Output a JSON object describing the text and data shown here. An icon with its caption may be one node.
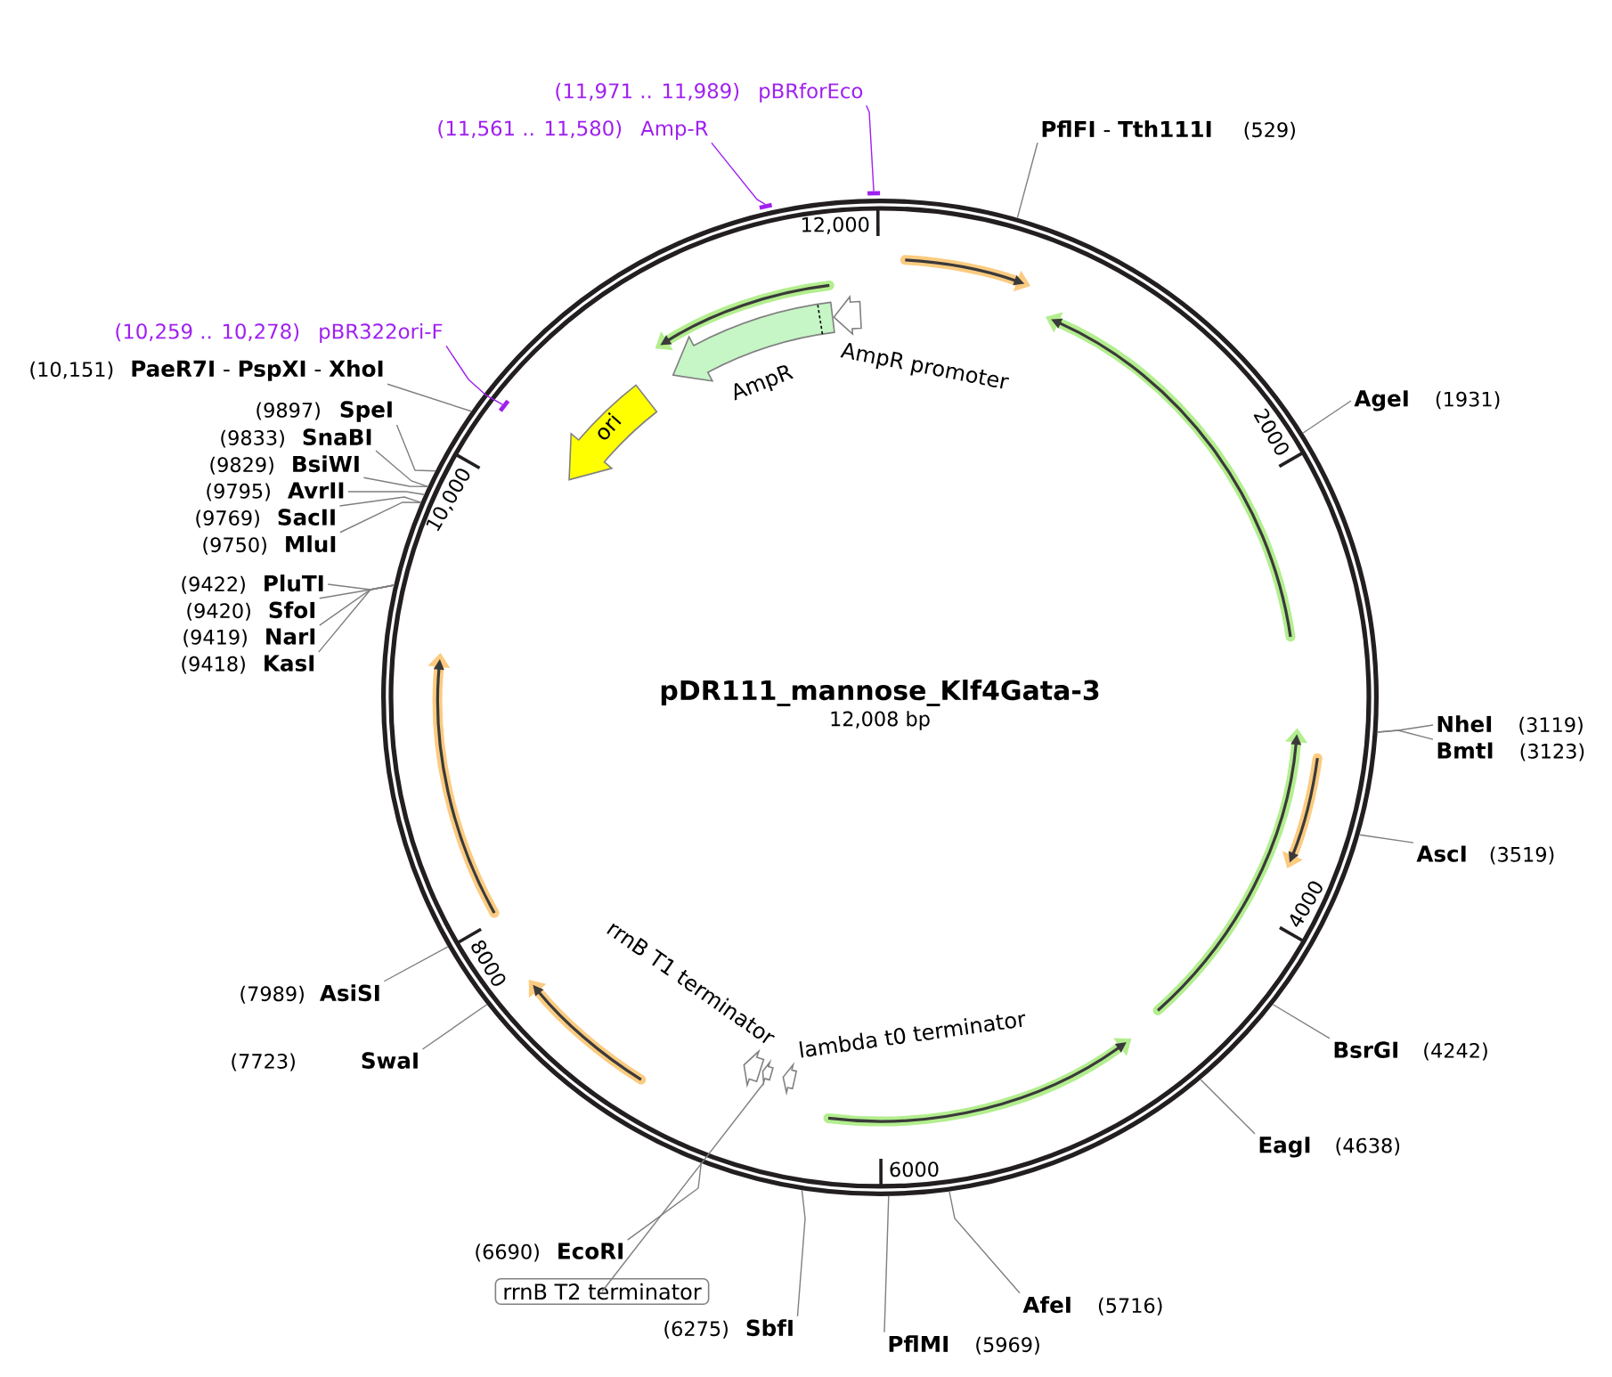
{
  "diagram": {
    "nodes": [
      {
        "text": [
          "pDR111_mannose_Klf4Gata-3",
          "12,008 bp"
        ]
      },
      {
        "text": [
          "(11,971 .. 11,989)",
          "pBRforEco"
        ]
      },
      {
        "text": [],
        "shape": "bar"
      },
      {
        "text": [
          "(11,561 .. 11,580)",
          "Amp-R"
        ]
      },
      {
        "text": [],
        "shape": "bar"
      },
      {
        "text": [
          "(10,259 .. 10,278)",
          "pBR322ori-F"
        ]
      },
      {
        "text": [],
        "shape": "bar",
        "in": 0
      },
      {
        "text": [
          "**PflFI** - **Tth111I**",
          "(529)"
        ]
      },
      {
        "text": [
          "(10,151)",
          "**PaeR7I** - **PspXI** - **XhoI**"
        ]
      },
      {
        "text": [
          "AgeI",
          "(1931)"
        ]
      },
      {
        "text": [
          "(9897)",
          "SpeI"
        ]
      },
      {
        "text": [
          "(9833)",
          "SnaBI"
        ]
      },
      {
        "text": [
          "(9829)",
          "BsiWI"
        ]
      },
      {
        "text": [
          "(9795)",
          "AvrII"
        ]
      },
      {
        "text": [
          "(9769)",
          "SacII"
        ]
      },
      {
        "text": [
          "(9750)",
          "MluI"
        ]
      },
      {
        "text": [
          "(9422)",
          "PluTI"
        ]
      },
      {
        "text": [
          "(9420)",
          "SfoI"
        ]
      },
      {
        "text": [
          "(9419)",
          "NarI"
        ]
      },
      {
        "text": [
          "(9418)",
          "KasI"
        ]
      },
      {
        "text": [
          "NheI",
          "(3119)"
        ]
      },
      {
        "text": [
          "BmtI",
          "(3123)"
        ]
      },
      {
        "text": [
          "AscI",
          "(3519)"
        ]
      },
      {
        "text": [
          "BsrGI",
          "(4242)"
        ]
      },
      {
        "text": [
          "(7989)",
          "AsiSI"
        ]
      },
      {
        "text": [
          "(7723)",
          "SwaI"
        ]
      },
      {
        "text": [
          "EagI",
          "(4638)"
        ]
      },
      {
        "text": [
          "(6690)",
          "EcoRI"
        ]
      },
      {
        "text": [
          "AfeI",
          "(5716)"
        ]
      },
      {
        "text": [
          "(6275)",
          "SbfI"
        ]
      },
      {
        "text": [
          "PflMI",
          "(5969)"
        ]
      },
      {
        "text": [
          "AmpR promoter"
        ],
        "in": 0
      },
      {
        "text": [
          "AmpR"
        ],
        "in": 0
      },
      {
        "text": [
          "ori"
        ],
        "in": 0
      },
      {
        "text": [
          "rrnB T1 terminator"
        ],
        "in": 0
      },
      {
        "text": [
          "lambda t0 terminator"
        ],
        "in": 0
      },
      {
        "text": [],
        "shape": "arrow",
        "in": 0
      },
      {
        "text": [
          "rrnB T2 terminator"
        ]
      }
    ],
    "edges": [
      {
        "from": 1,
        "to": 2,
        "arrow": "none",
        "color": "#a020f0"
      },
      {
        "from": 3,
        "to": 4,
        "arrow": "none",
        "color": "#a020f0"
      },
      {
        "from": 5,
        "to": 6,
        "arrow": "none",
        "color": "#a020f0"
      },
      {
        "from": 7,
        "to": 0,
        "arrow": "none"
      },
      {
        "from": 8,
        "to": 0,
        "arrow": "none"
      },
      {
        "from": 9,
        "to": 0,
        "arrow": "none"
      },
      {
        "from": 10,
        "to": 0,
        "arrow": "none"
      },
      {
        "from": 11,
        "to": 0,
        "arrow": "none"
      },
      {
        "from": 12,
        "to": 0,
        "arrow": "none"
      },
      {
        "from": 13,
        "to": 0,
        "arrow": "none"
      },
      {
        "from": 14,
        "to": 0,
        "arrow": "none"
      },
      {
        "from": 15,
        "to": 0,
        "arrow": "none"
      },
      {
        "from": 16,
        "to": 0,
        "arrow": "none"
      },
      {
        "from": 17,
        "to": 0,
        "arrow": "none"
      },
      {
        "from": 18,
        "to": 0,
        "arrow": "none"
      },
      {
        "from": 19,
        "to": 0,
        "arrow": "none"
      },
      {
        "from": 20,
        "to": 0,
        "arrow": "none"
      },
      {
        "from": 21,
        "to": 0,
        "arrow": "none"
      },
      {
        "from": 22,
        "to": 0,
        "arrow": "none"
      },
      {
        "from": 23,
        "to": 0,
        "arrow": "none"
      },
      {
        "from": 24,
        "to": 0,
        "arrow": "none"
      },
      {
        "from": 25,
        "to": 0,
        "arrow": "none"
      },
      {
        "from": 26,
        "to": 0,
        "arrow": "none"
      },
      {
        "from": 27,
        "to": 0,
        "arrow": "none"
      },
      {
        "from": 28,
        "to": 0,
        "arrow": "none"
      },
      {
        "from": 29,
        "to": 0,
        "arrow": "none"
      },
      {
        "from": 30,
        "to": 0,
        "arrow": "none"
      },
      {
        "from": 37,
        "to": 36,
        "arrow": "none"
      }
    ],
    "labels": [
      "12,000",
      "2000",
      "4000",
      "6000",
      "8000",
      "10,000"
    ]
  }
}
